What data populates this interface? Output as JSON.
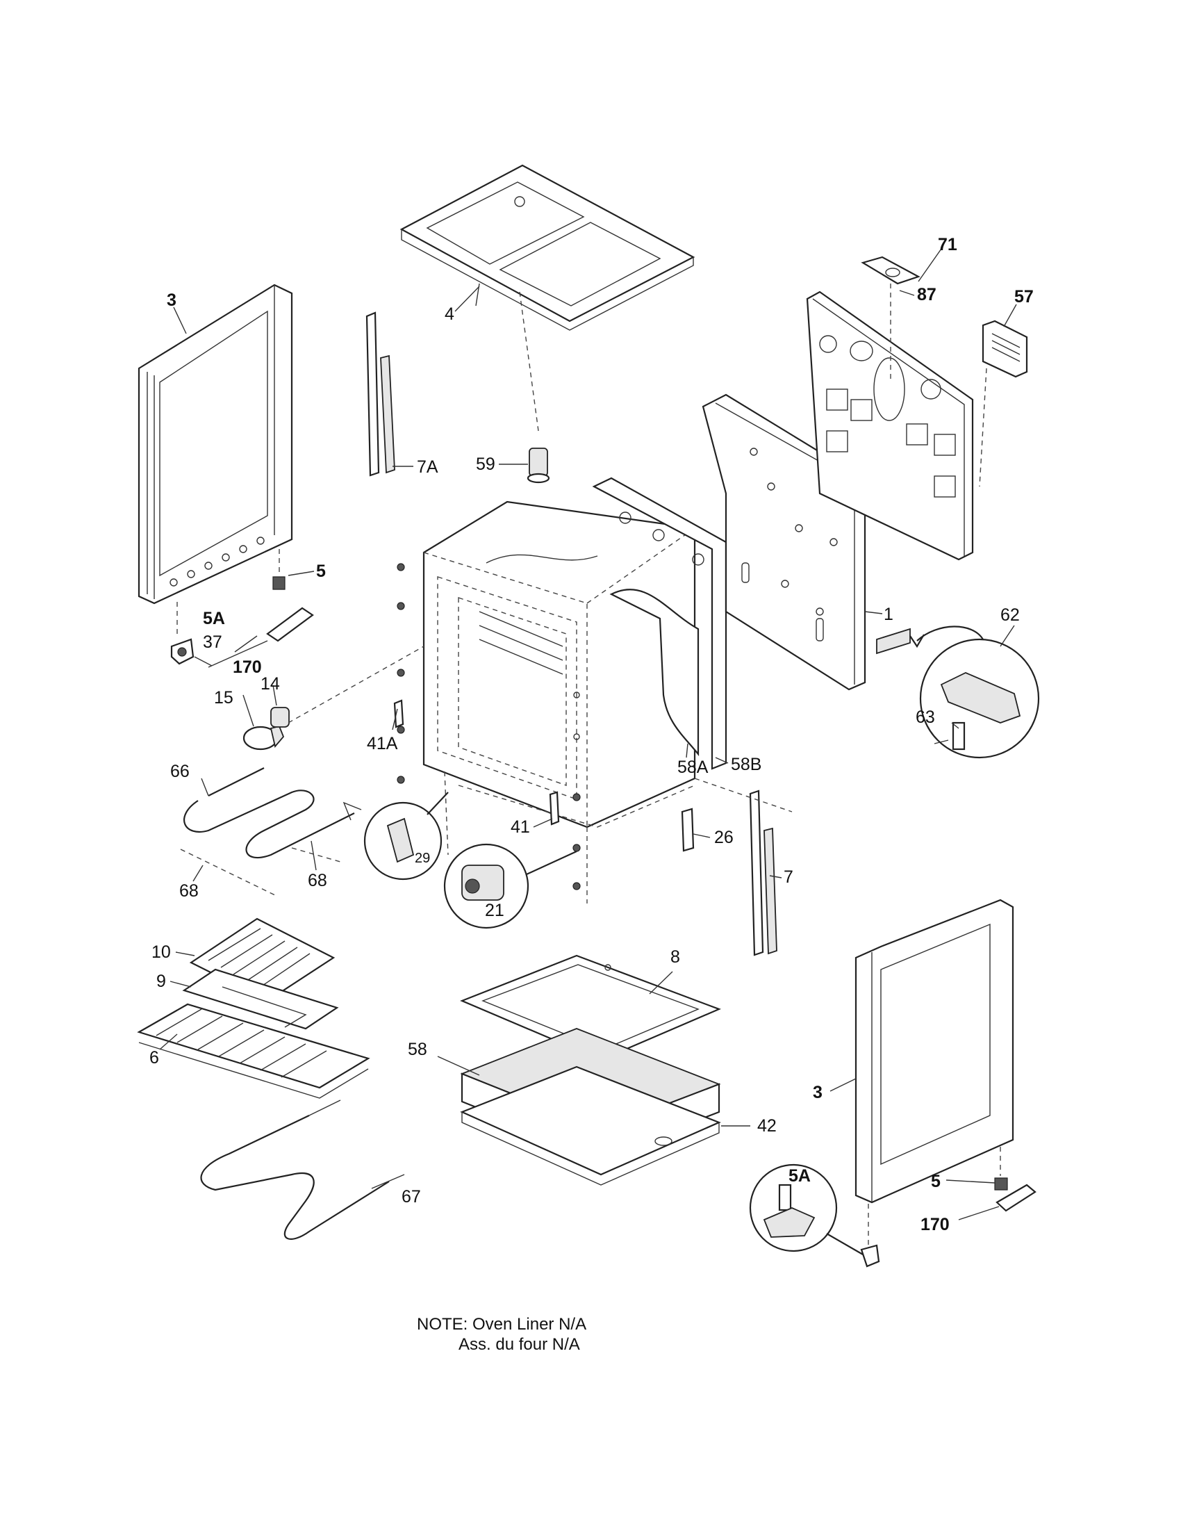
{
  "labels": {
    "p1": "1",
    "p3a": "3",
    "p3b": "3",
    "p4": "4",
    "p5a": "5",
    "p5b": "5",
    "p5Aa": "5A",
    "p5Ab": "5A",
    "p6": "6",
    "p7": "7",
    "p7A": "7A",
    "p8": "8",
    "p9": "9",
    "p10": "10",
    "p14": "14",
    "p15": "15",
    "p21": "21",
    "p26": "26",
    "p29": "29",
    "p37": "37",
    "p41": "41",
    "p41A": "41A",
    "p42": "42",
    "p57": "57",
    "p58": "58",
    "p58A": "58A",
    "p58B": "58B",
    "p59": "59",
    "p62": "62",
    "p63": "63",
    "p66": "66",
    "p67": "67",
    "p68a": "68",
    "p68b": "68",
    "p71": "71",
    "p87": "87",
    "p170a": "170",
    "p170b": "170"
  },
  "note": {
    "line1": "NOTE: Oven Liner N/A",
    "line2": "Ass. du four N/A"
  }
}
